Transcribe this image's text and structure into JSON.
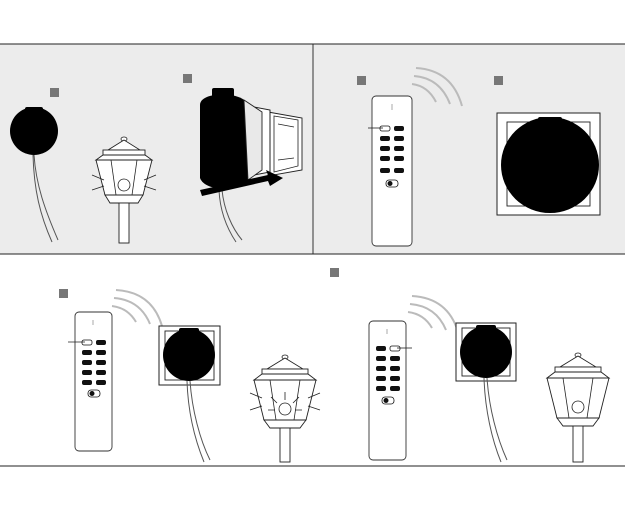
{
  "figure": {
    "panels": [
      {
        "id": "panel-1",
        "steps": [
          "plug-socket-unplugged",
          "plug-into-socket"
        ]
      },
      {
        "id": "panel-2",
        "steps": [
          "remote-press",
          "socket-on"
        ]
      },
      {
        "id": "panel-3",
        "steps": [
          "remote-press-lamp-on"
        ]
      },
      {
        "id": "panel-4",
        "steps": [
          "remote-press-lamp-off"
        ]
      }
    ],
    "colors": {
      "panel_background": "#ececec",
      "object_fill": "#000000",
      "outline": "#222222",
      "step_marker": "#777777",
      "signal_wave": "#bbbbbb"
    },
    "icons": [
      "socket-adapter-icon",
      "garden-lamp-icon",
      "remote-control-icon",
      "signal-waves-icon",
      "arrow-icon",
      "wall-socket-icon"
    ]
  }
}
